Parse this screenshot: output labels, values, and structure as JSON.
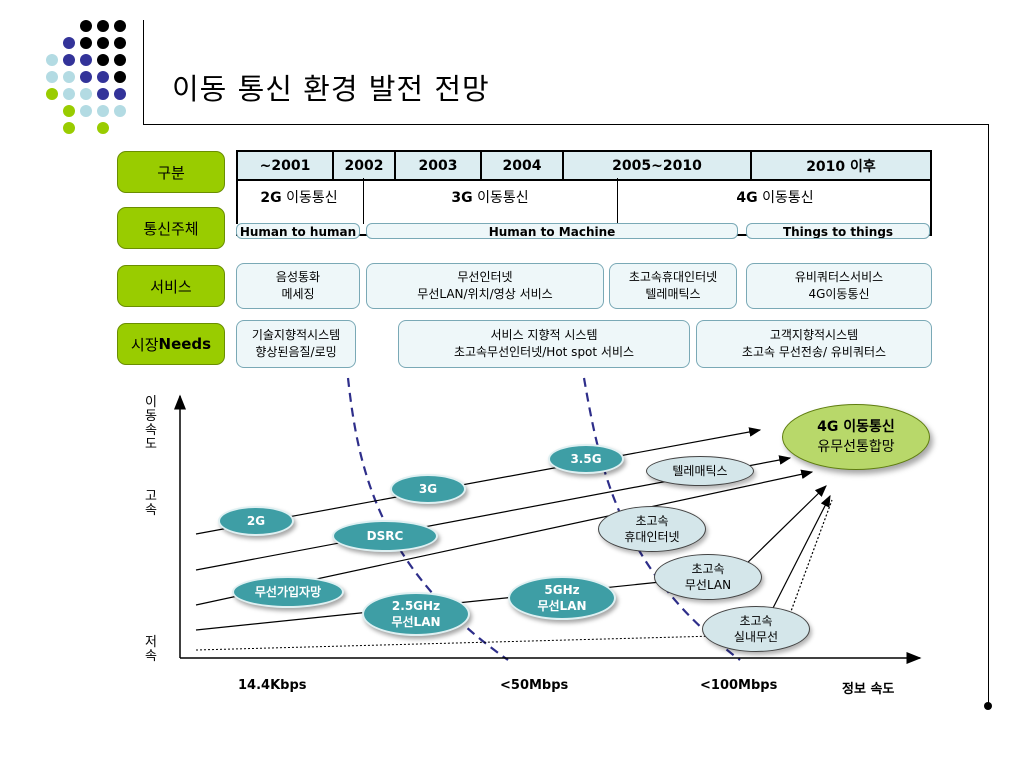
{
  "title": "이동 통신 환경 발전 전망",
  "categories": [
    {
      "label": "구분"
    },
    {
      "label": "통신주체"
    },
    {
      "label": "서비스"
    },
    {
      "label_prefix": "시장",
      "label_bold": "Needs"
    }
  ],
  "years": [
    "~2001",
    "2002",
    "2003",
    "2004",
    "2005~2010",
    "2010 이후"
  ],
  "generations": [
    {
      "bold": "2G",
      "text": " 이동통신"
    },
    {
      "bold": "3G",
      "text": " 이동통신"
    },
    {
      "bold": "4G",
      "text": " 이동통신"
    }
  ],
  "subjects": [
    "Human to human",
    "Human to Machine",
    "Things to things"
  ],
  "services": [
    {
      "line1": "음성통화",
      "line2": "메세징"
    },
    {
      "line1": "무선인터넷",
      "line2": "무선LAN/위치/영상 서비스"
    },
    {
      "line1": "초고속휴대인터넷",
      "line2": "텔레매틱스"
    },
    {
      "line1": "유비쿼터스서비스",
      "line2": "4G이동통신"
    }
  ],
  "needs": [
    {
      "line1": "기술지향적시스템",
      "line2": "향상된음질/로밍"
    },
    {
      "line1": "서비스 지향적 시스템",
      "line2": "초고속무선인터넷/Hot spot 서비스"
    },
    {
      "line1": "고객지향적시스템",
      "line2": "초고속 무선전송/ 유비쿼터스"
    }
  ],
  "chart": {
    "y_axis_title": "이동속도",
    "y_high": "고속",
    "y_low": "저속",
    "x_ticks": [
      "14.4Kbps",
      "<50Mbps",
      "<100Mbps"
    ],
    "x_axis_title": "정보 속도",
    "nodes": {
      "g2": "2G",
      "g3": "3G",
      "g35": "3.5G",
      "dsrc": "DSRC",
      "wlocal": "무선가입자망",
      "w25_1": "2.5GHz",
      "w25_2": "무선LAN",
      "w5_1": "5GHz",
      "w5_2": "무선LAN",
      "telem": "텔레매틱스",
      "hp_1": "초고속",
      "hp_2": "휴대인터넷",
      "hslan_1": "초고속",
      "hslan_2": "무선LAN",
      "indoor_1": "초고속",
      "indoor_2": "실내무선",
      "g4_1": "4G 이동통신",
      "g4_2": "유무선통합망"
    }
  },
  "colors": {
    "category": "#99cc00",
    "teal": "#3e9ea5",
    "dash": "#2e2e8a",
    "dot_black": "#000000",
    "dot_navy": "#333399",
    "dot_light": "#b3dbe3",
    "dot_green": "#99cc00"
  }
}
